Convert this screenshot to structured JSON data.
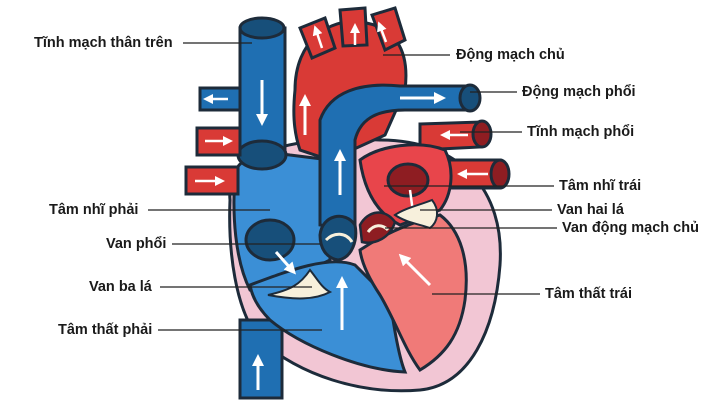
{
  "labels": {
    "superior_vena_cava": "Tĩnh mạch thân trên",
    "aorta": "Động mạch chủ",
    "pulmonary_artery": "Động mạch phổi",
    "pulmonary_vein": "Tĩnh mạch phổi",
    "left_atrium": "Tâm nhĩ trái",
    "mitral_valve": "Van hai lá",
    "aortic_valve": "Van động mạch chủ",
    "left_ventricle": "Tâm thất trái",
    "right_atrium": "Tâm nhĩ phải",
    "pulmonary_valve": "Van phổi",
    "tricuspid_valve": "Van ba lá",
    "right_ventricle": "Tâm thất phải"
  },
  "colors": {
    "vein_blue": "#1f6fb2",
    "vein_dark": "#174f7a",
    "artery_red": "#d93a36",
    "artery_dark": "#8e1d22",
    "chamber_pink": "#f07a78",
    "chamber_blue": "#3b8fd6",
    "muscle_pink": "#f2c6d4",
    "outline": "#1d2b3a",
    "valve_cream": "#f7f0dc"
  }
}
